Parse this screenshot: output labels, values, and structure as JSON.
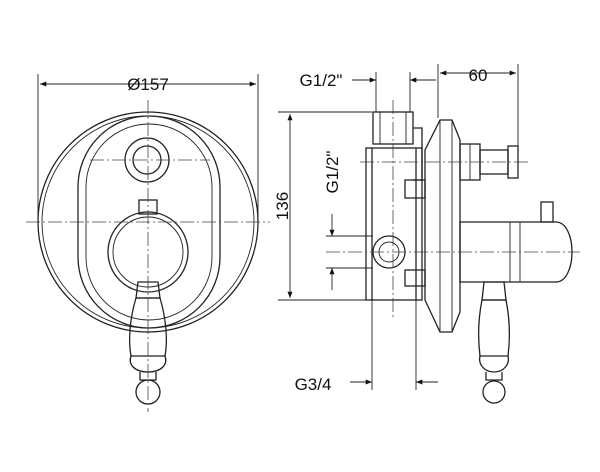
{
  "dimensions": {
    "diameter": "Ø157",
    "height": "136",
    "depth": "60",
    "inlet_top": "G1/2\"",
    "inlet_side": "G1/2\"",
    "outlet": "G3/4"
  }
}
